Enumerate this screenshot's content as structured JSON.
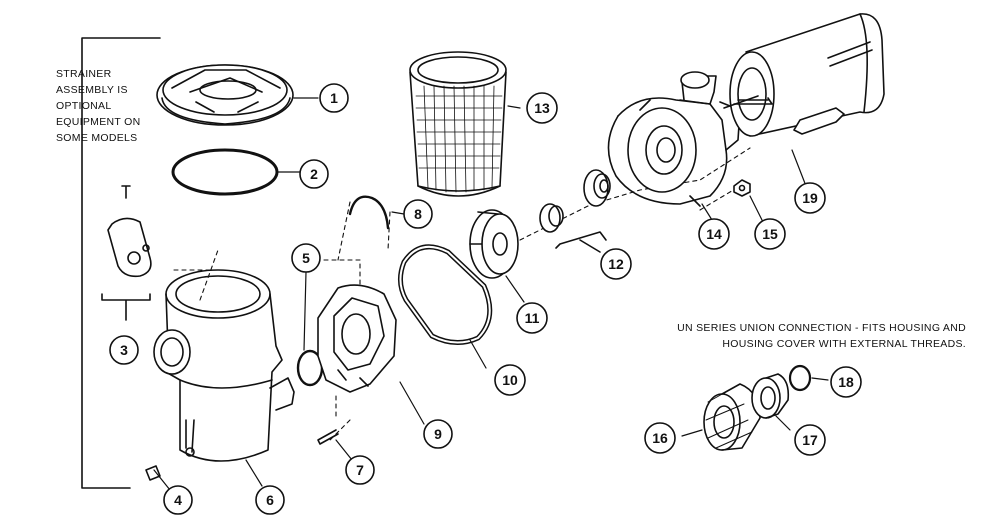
{
  "notes": {
    "strainer": "STRAINER ASSEMBLY IS OPTIONAL EQUIPMENT ON SOME MODELS",
    "union_line1": "UN SERIES UNION CONNECTION - FITS HOUSING AND",
    "union_line2": "HOUSING COVER WITH EXTERNAL THREADS."
  },
  "callouts": [
    "1",
    "2",
    "3",
    "4",
    "5",
    "6",
    "7",
    "8",
    "9",
    "10",
    "11",
    "12",
    "13",
    "14",
    "15",
    "16",
    "17",
    "18",
    "19"
  ]
}
